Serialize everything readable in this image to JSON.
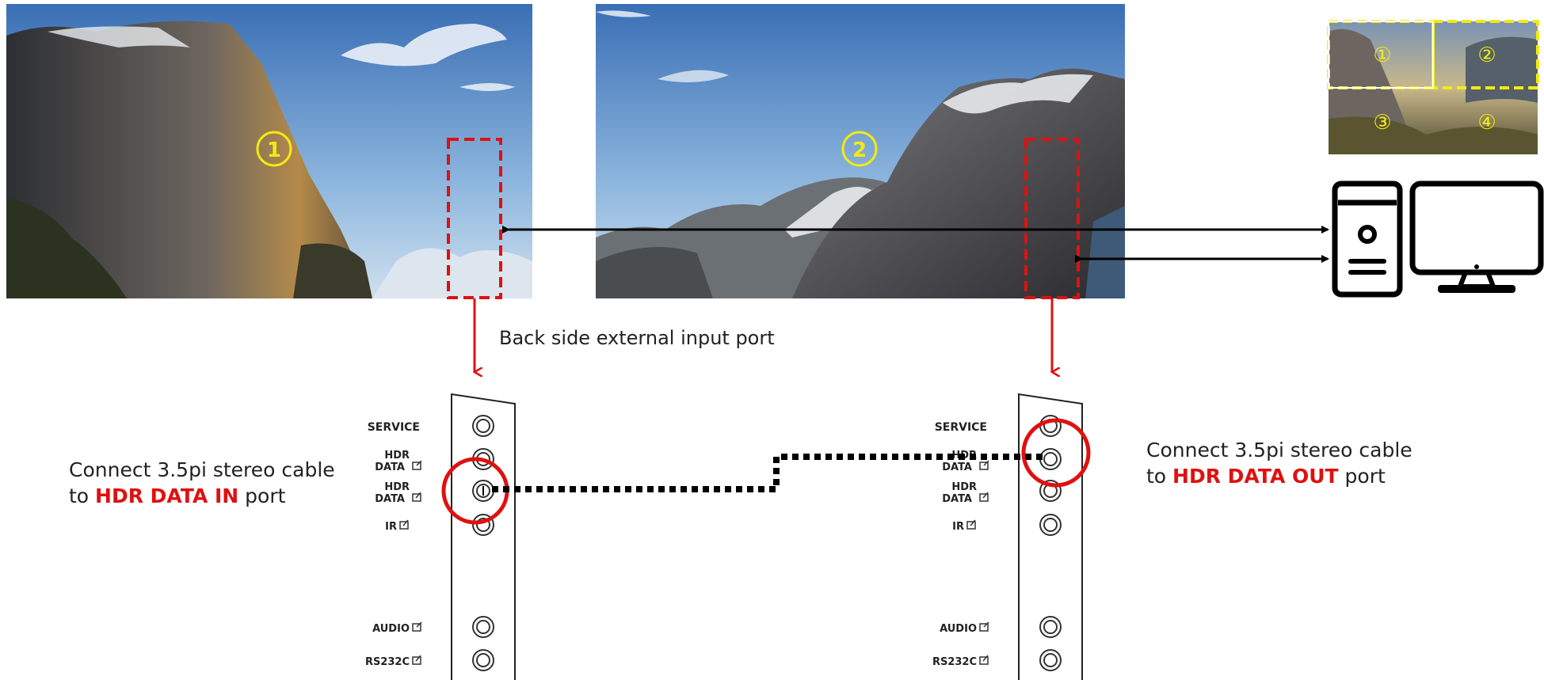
{
  "screen1": {
    "label": "①"
  },
  "screen2": {
    "label": "②"
  },
  "thumbnail": {
    "labels": [
      "①",
      "②",
      "③",
      "④"
    ]
  },
  "back_side_caption": "Back side external input port",
  "left_caption": {
    "line1": "Connect 3.5pi stereo cable",
    "pre": "to ",
    "em": "HDR DATA IN",
    "post": " port"
  },
  "right_caption": {
    "line1": "Connect 3.5pi stereo cable",
    "pre": "to ",
    "em": "HDR DATA OUT",
    "post": " port"
  },
  "ports": {
    "service": "SERVICE",
    "hdr": "HDR",
    "data": "DATA",
    "ir": "IR",
    "audio": "AUDIO",
    "rs232c": "RS232C"
  },
  "colors": {
    "red": "#e01010",
    "yellow": "#f2ea10",
    "sky": "#5d90c8"
  }
}
